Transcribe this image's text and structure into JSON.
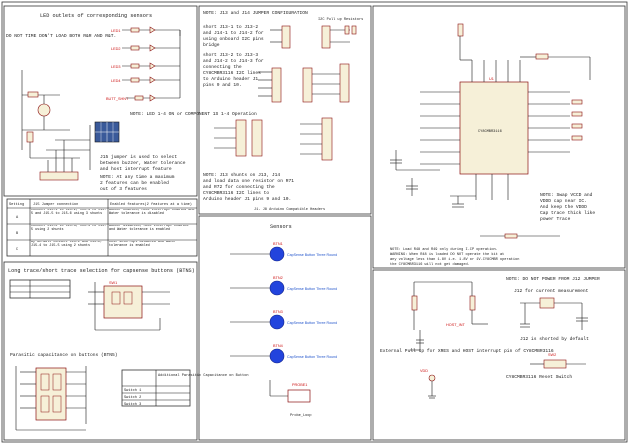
{
  "leds": {
    "title": "LED outlets of corresponding sensors",
    "note_top": "DO NOT TIME DON'T LOAD BOTH R&R AND R&T.",
    "labels": [
      "LED1",
      "LED2",
      "LED3",
      "LED4"
    ],
    "note_right": "NOTE: LED 1-4 ON or COMPONENT 1S 1-4 Operation",
    "sensor_net": "BUTT_SHNT"
  },
  "jumper_config": {
    "title": "NOTE: J13 and J14 JUMPER CONFIGURATION",
    "lines": [
      "short J13-1 to J13-2",
      "and J14-1 to J14-2 for",
      "using onboard I2C pins",
      "bridge",
      "short J13-2 to J13-3",
      "and J14-2 to J14-3 for",
      "connecting the",
      "CY8CMBR3116 I2C lines",
      "to Arduino header J1",
      "pins 9 and 10."
    ],
    "pullup": "I2C Pull up Resistors",
    "note2": [
      "NOTE: J13 shunts on J13, J14",
      "and load data one resistor on R71",
      "and R72 for connecting the",
      "CY8CMBR3116 I2C lines to",
      "Arduino header J1 pins 9 and 10."
    ],
    "arduino": "J1- J8 Arduino Compatible Headers"
  },
  "host_note": {
    "lines": [
      "J15 jumper is used to select",
      "between buzzer, Water tolerance",
      "and host interrupt feature",
      "NOTE: At any time a maximum",
      "2 features can be enabled",
      "out of 3 features"
    ]
  },
  "jumper_table": {
    "headers": [
      "Setting",
      "J15 Jumper connection",
      "Enabled features(2 features at a time)"
    ],
    "rows": [
      [
        "A",
        "Connect J15-1 to J15-2, J15-4 to J15-5 and J15-5 to J15-6 using 3 shunts",
        "Buzzer enabled, Host interrupt enabled and Water tolerance is disabled"
      ],
      [
        "B",
        "Connect J15-2 to J15-3, J15-4 to J15-5 using 2 shunts",
        "Buzzer disabled, Host interrupt enabled and Water tolerance is enabled"
      ],
      [
        "C",
        "By default connect J15-1 and J15-2, J15-4 to J15-5 using 2 shunts",
        "Host interrupt disabled and Water tolerance is enabled"
      ]
    ]
  },
  "long_trace": {
    "title": "Long trace/short trace selection for capsense buttons (BTNS)",
    "parasitic": "Parasitic capacitance on buttons (BTN5)",
    "sw_label": "SW1",
    "table": [
      "Additional Parasitic Capacitance on Button",
      "Switch 1",
      "Switch 2",
      "Switch 3"
    ]
  },
  "sensors": {
    "title": "Sensors",
    "buttons": [
      {
        "ref": "BTN1",
        "label": "CapSense Button Three Round"
      },
      {
        "ref": "BTN2",
        "label": "CapSense Button Three Round"
      },
      {
        "ref": "BTN3",
        "label": "CapSense Button Three Round"
      },
      {
        "ref": "BTN4",
        "label": "CapSense Button Three Round"
      }
    ],
    "probe": "PROBE1",
    "probe_label": "Probe_Loop"
  },
  "controller": {
    "ref": "U1",
    "part": "CY8CMBR3116",
    "note": [
      "NOTE: Swap VCCD and",
      "VDDD cap near IC.",
      "And keep the VDDD",
      "Cap trace thick like",
      "power Trace"
    ],
    "warning": [
      "NOTE: Load R48 and R49 only during I-CP operation.",
      "WARNING: When R48 is loaded DO NOT operate the kit at",
      "any voltage less than 1.8V i.e. 1.8V or 1V-CY8CMBR operation",
      "the CY8CMBR3116 will not get damaged."
    ]
  },
  "power": {
    "title": "NOTE: DO NOT POWER FROM J12 JUMPER",
    "current": "J12 for current measurement",
    "shorted": "J12 is shorted by default",
    "ext_pullup": "External Pull up for XRES and HOST interrupt pin of CY8CMBR3116",
    "reset": "CY8CMBR3116 Reset Switch",
    "reset_ref": "SW2",
    "vdd": "VDD",
    "host_int": "HOST_INT"
  },
  "colors": {
    "wire": "#1a1a1a",
    "red_text": "#cc1111",
    "blue_text": "#2255cc",
    "button_fill": "#2244dd",
    "component": "#f6f0d8"
  }
}
